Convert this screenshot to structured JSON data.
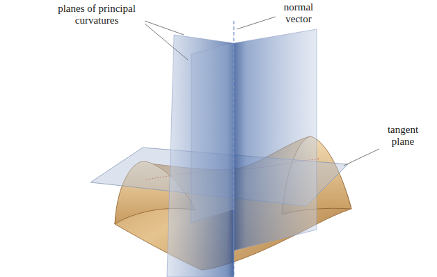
{
  "diagram": {
    "labels": [
      "planes of principal curvatures",
      "normal vector",
      "tangent plane"
    ]
  }
}
